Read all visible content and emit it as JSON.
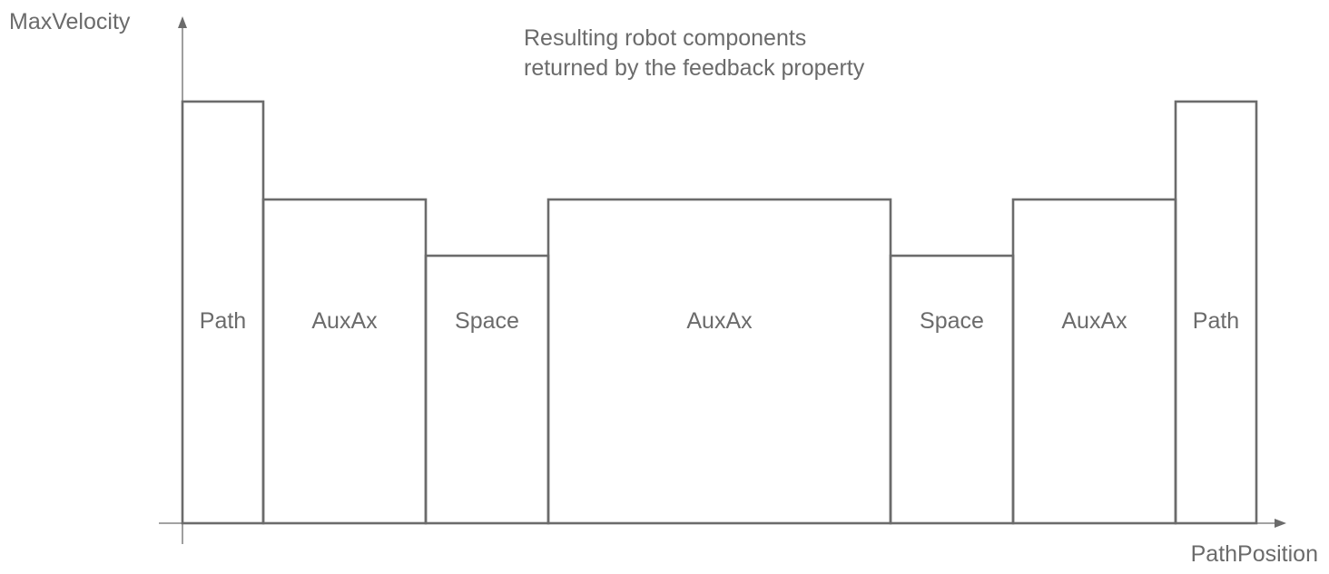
{
  "diagram": {
    "y_axis_label": "MaxVelocity",
    "x_axis_label": "PathPosition",
    "title_line1": "Resulting robot components",
    "title_line2": "returned by the feedback property",
    "segments": [
      {
        "label": "Path",
        "level": "high"
      },
      {
        "label": "AuxAx",
        "level": "medium"
      },
      {
        "label": "Space",
        "level": "low"
      },
      {
        "label": "AuxAx",
        "level": "medium"
      },
      {
        "label": "Space",
        "level": "low"
      },
      {
        "label": "AuxAx",
        "level": "medium"
      },
      {
        "label": "Path",
        "level": "high"
      }
    ],
    "colors": {
      "line": "#6b6b6b",
      "text": "#6b6b6b",
      "background": "#ffffff"
    }
  }
}
